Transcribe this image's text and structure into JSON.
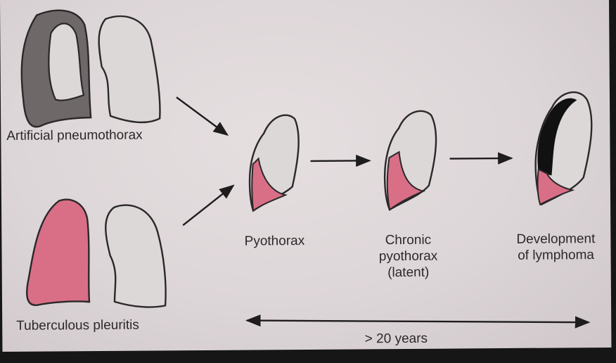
{
  "labels": {
    "artificial_pneumothorax": "Artificial pneumothorax",
    "tuberculous_pleuritis": "Tuberculous pleuritis",
    "pyothorax": "Pyothorax",
    "chronic_line1": "Chronic",
    "chronic_line2": "pyothorax",
    "chronic_line3": "(latent)",
    "development_line1": "Development",
    "development_line2": "of lymphoma",
    "duration": "> 20 years"
  },
  "colors": {
    "outline": "#2b2829",
    "lung_fill": "#ddd8d8",
    "collapsed_fill": "#6e6868",
    "pleural_fluid": "#d86f86",
    "lymphoma": "#111111",
    "background": "#e3dcdd"
  }
}
